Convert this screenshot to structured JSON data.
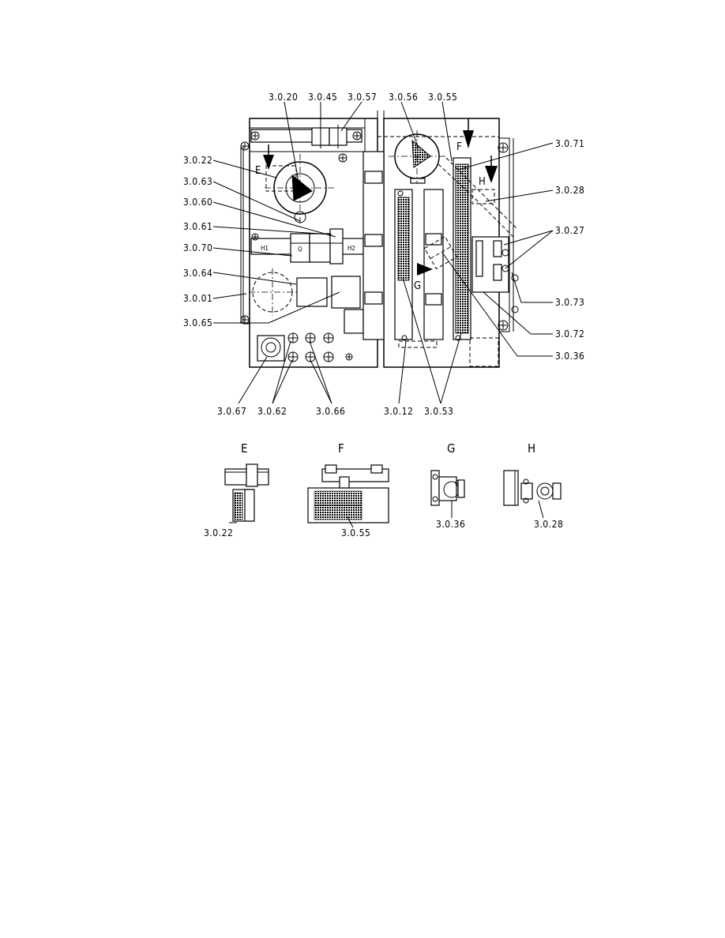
{
  "labels": {
    "l3020": "3.0.20",
    "l3045": "3.0.45",
    "l3057": "3.0.57",
    "l3056": "3.0.56",
    "l3055": "3.0.55",
    "l3071": "3.0.71",
    "l3022": "3.0.22",
    "l3063": "3.0.63",
    "l3028": "3.0.28",
    "l3060": "3.0.60",
    "l3061": "3.0.61",
    "l3027": "3.0.27",
    "l3070": "3.0.70",
    "l3064": "3.0.64",
    "l3001": "3.0.01",
    "l3073": "3.0.73",
    "l3065": "3.0.65",
    "l3072": "3.0.72",
    "l3036": "3.0.36",
    "l3067": "3.0.67",
    "l3062": "3.0.62",
    "l3066": "3.0.66",
    "l3012": "3.0.12",
    "l3053": "3.0.53"
  },
  "inner_labels": {
    "E": "E",
    "F": "F",
    "G": "G",
    "H": "H",
    "H1": "H1",
    "H2": "H2",
    "Q": "Q"
  },
  "detail_views": {
    "E": {
      "title": "E",
      "label": "3.0.22"
    },
    "F": {
      "title": "F",
      "label": "3.0.55"
    },
    "G": {
      "title": "G",
      "label": "3.0.36"
    },
    "H": {
      "title": "H",
      "label": "3.0.28"
    }
  }
}
